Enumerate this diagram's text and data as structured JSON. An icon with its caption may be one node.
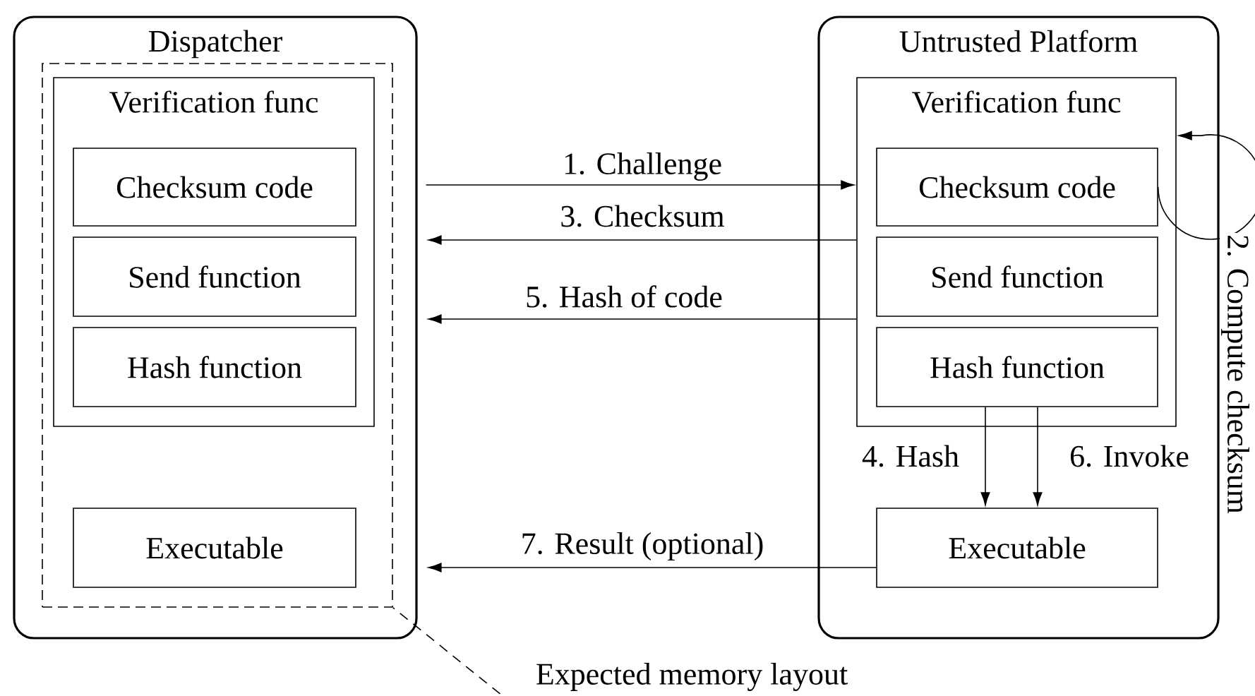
{
  "diagram": {
    "nodes": [
      {
        "text": [
          "Dispatcher"
        ]
      },
      {
        "text": [],
        "shape": "box",
        "in": 0
      },
      {
        "text": [
          "Verification func"
        ],
        "in": 1
      },
      {
        "text": [
          "Checksum code"
        ],
        "in": 2
      },
      {
        "text": [
          "Send function"
        ],
        "in": 2
      },
      {
        "text": [
          "Hash function"
        ],
        "in": 2
      },
      {
        "text": [
          "Executable"
        ],
        "in": 1
      },
      {
        "text": [
          "Untrusted Platform"
        ]
      },
      {
        "text": [
          "Verification func"
        ],
        "in": 7
      },
      {
        "text": [
          "Checksum code"
        ],
        "in": 8
      },
      {
        "text": [
          "Send function"
        ],
        "in": 8
      },
      {
        "text": [
          "Hash function"
        ],
        "in": 8
      },
      {
        "text": [
          "Executable"
        ],
        "in": 7
      },
      {
        "text": [
          "Expected memory layout"
        ]
      }
    ],
    "edges": [
      {
        "from": 0,
        "to": 8,
        "label": "1. Challenge",
        "arrow": "to"
      },
      {
        "from": 9,
        "to": 8,
        "label": "2. Compute checksum",
        "arrow": "to"
      },
      {
        "from": 8,
        "to": 0,
        "label": "3. Checksum",
        "arrow": "to"
      },
      {
        "from": 11,
        "to": 12,
        "label": "4. Hash",
        "arrow": "to"
      },
      {
        "from": 8,
        "to": 0,
        "label": "5. Hash of code",
        "arrow": "to"
      },
      {
        "from": 11,
        "to": 12,
        "label": "6. Invoke",
        "arrow": "to"
      },
      {
        "from": 12,
        "to": 0,
        "label": "7. Result (optional)",
        "arrow": "to"
      },
      {
        "from": 13,
        "to": 1,
        "arrow": "none",
        "style": "dashed"
      }
    ]
  }
}
